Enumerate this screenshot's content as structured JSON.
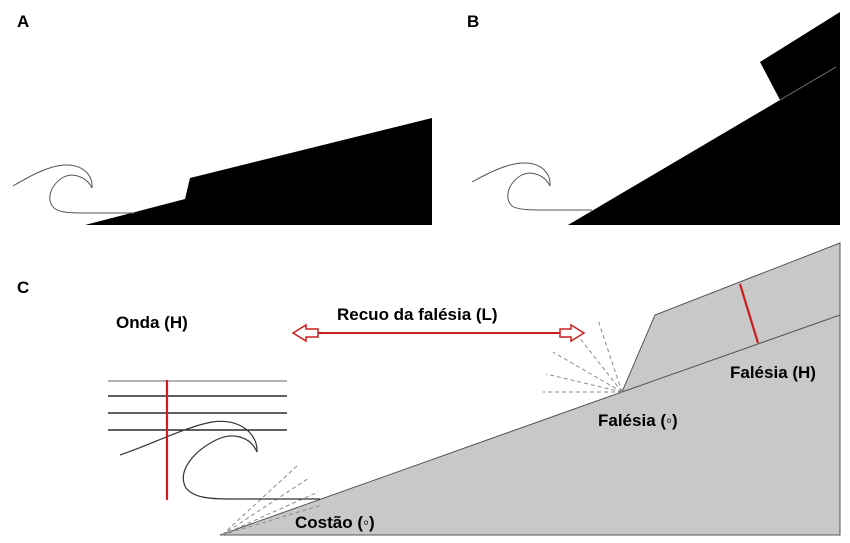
{
  "panels": {
    "a": {
      "label": "A"
    },
    "b": {
      "label": "B"
    },
    "c": {
      "label": "C"
    }
  },
  "labels": {
    "wave_height": "Onda (H)",
    "cliff_retreat": "Recuo da falésia (L)",
    "cliff_height": "Falésia (H)",
    "cliff_angle": "Falésia (◦)",
    "coast_angle": "Costão (◦)"
  },
  "colors": {
    "terrain_dark": "#000000",
    "terrain_gray": "#c8c8c8",
    "measure_red": "#cc1e1e",
    "dash_gray": "#8c8c8c"
  }
}
